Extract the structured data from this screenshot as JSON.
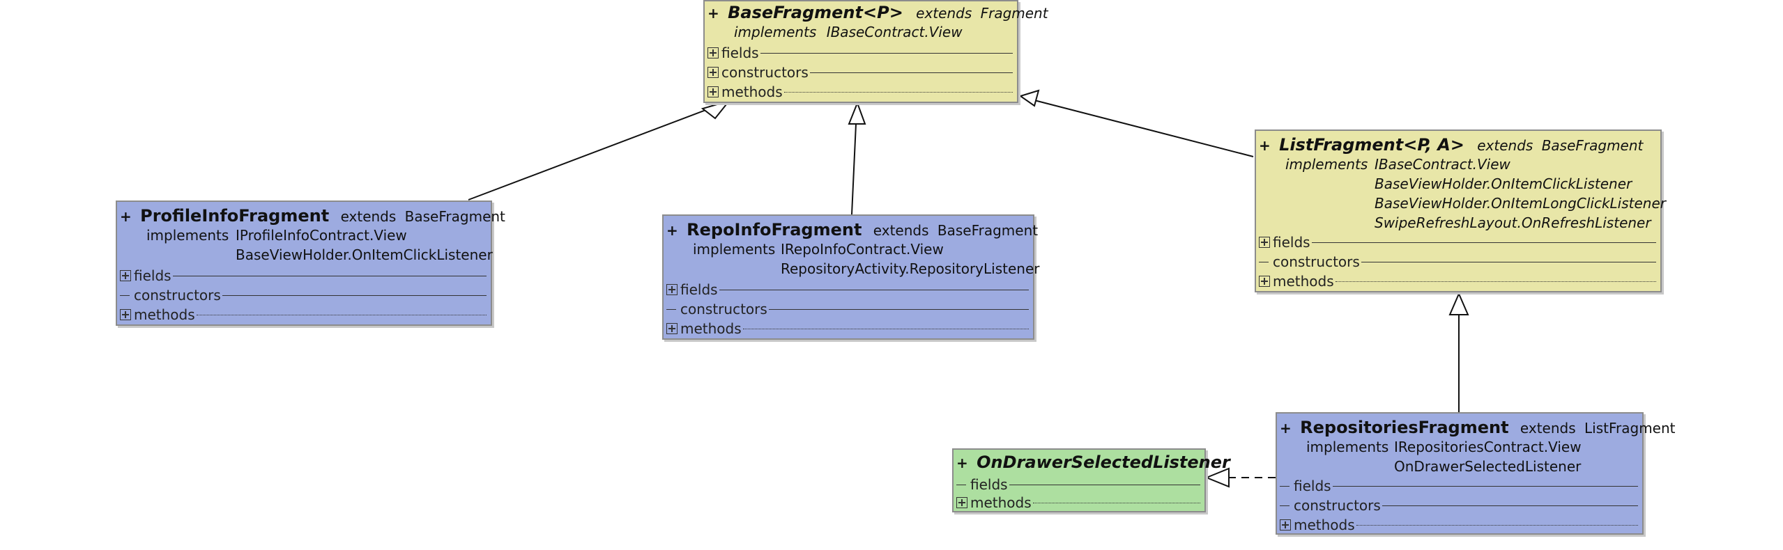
{
  "diagram": {
    "keywords": {
      "extends": "extends",
      "implements": "implements",
      "visibility": "+"
    },
    "sections": {
      "fields": "fields",
      "constructors": "constructors",
      "methods": "methods"
    },
    "classes": {
      "base_fragment": {
        "name": "BaseFragment<P>",
        "extends": "Fragment",
        "implements": [
          "IBaseContract.View"
        ]
      },
      "profile_info_fragment": {
        "name": "ProfileInfoFragment",
        "extends": "BaseFragment",
        "implements": [
          "IProfileInfoContract.View",
          "BaseViewHolder.OnItemClickListener"
        ]
      },
      "repo_info_fragment": {
        "name": "RepoInfoFragment",
        "extends": "BaseFragment",
        "implements": [
          "IRepoInfoContract.View",
          "RepositoryActivity.RepositoryListener"
        ]
      },
      "list_fragment": {
        "name": "ListFragment<P, A>",
        "extends": "BaseFragment",
        "implements": [
          "IBaseContract.View",
          "BaseViewHolder.OnItemClickListener",
          "BaseViewHolder.OnItemLongClickListener",
          "SwipeRefreshLayout.OnRefreshListener"
        ]
      },
      "repositories_fragment": {
        "name": "RepositoriesFragment",
        "extends": "ListFragment",
        "implements": [
          "IRepositoriesContract.View",
          "OnDrawerSelectedListener"
        ]
      },
      "on_drawer_selected_listener": {
        "name": "OnDrawerSelectedListener"
      }
    },
    "colors": {
      "abstract_fill": "#e8e6a8",
      "concrete_fill": "#9dabe0",
      "interface_fill": "#addfa0",
      "border": "#8c8c8c",
      "edge": "#111111"
    }
  }
}
